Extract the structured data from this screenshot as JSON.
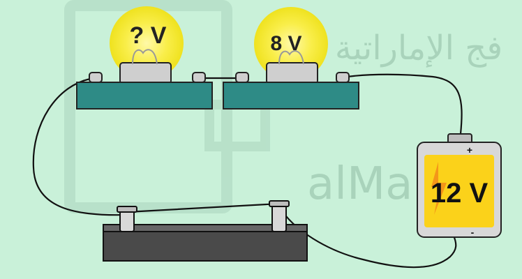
{
  "watermark": {
    "arabic_text": "فج الإماراتية",
    "latin_text": "alMa"
  },
  "bulb_left": {
    "label": "? V"
  },
  "bulb_right": {
    "label": "8 V"
  },
  "battery": {
    "label": "12 V",
    "positive_symbol": "+",
    "negative_symbol": "-"
  },
  "colors": {
    "background": "#c9f1d9",
    "bulb_glow": "#fcf37a",
    "bulb_core": "#f3e21e",
    "bulb_socket": "#cfcfcf",
    "lamp_base": "#2e8b86",
    "battery_body": "#fbd21a",
    "battery_case": "#d8d8d8",
    "rheostat_body": "#4a4a4a",
    "wire": "#111111"
  }
}
